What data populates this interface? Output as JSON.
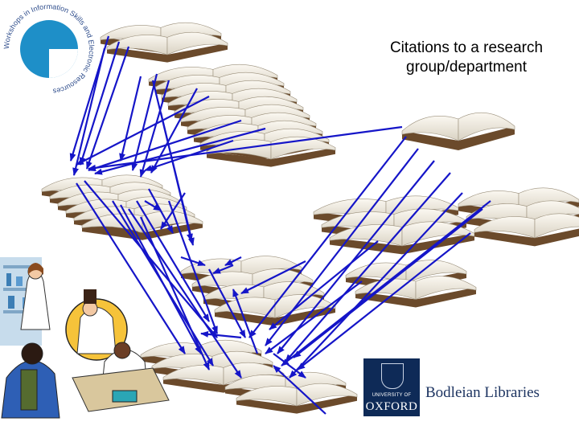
{
  "caption": {
    "line1": "Citations to a research",
    "line2": "group/department"
  },
  "logo": {
    "ring_text": "Workshops in Information Skills and Electronic Resources"
  },
  "oxford": {
    "university_of": "UNIVERSITY OF",
    "name": "OXFORD"
  },
  "bodleian": {
    "name": "Bodleian Libraries"
  },
  "colors": {
    "arrow": "#1515c8",
    "book_page": "#f2ede2",
    "book_cover": "#6b4a2b",
    "logo_blue": "#1e8fc8",
    "oxford_blue": "#0e2a57"
  }
}
